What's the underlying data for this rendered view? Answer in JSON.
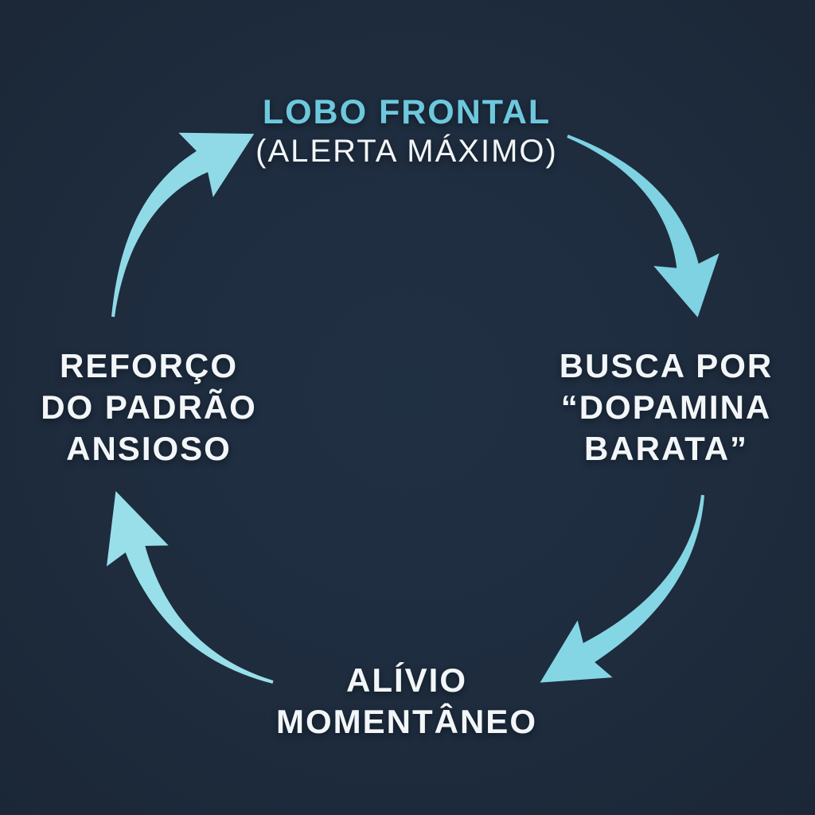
{
  "nodes": {
    "top": {
      "title": "LOBO FRONTAL",
      "subtitle": "(ALERTA MÁXIMO)"
    },
    "right": {
      "lines": [
        "BUSCA POR",
        "“DOPAMINA",
        "BARATA”"
      ]
    },
    "bottom": {
      "lines": [
        "ALÍVIO",
        "MOMENTÂNEO"
      ]
    },
    "left": {
      "lines": [
        "REFORÇO",
        "DO PADRÃO",
        "ANSIOSO"
      ]
    }
  },
  "arrows": [
    {
      "id": "top-right",
      "from": "lobo-frontal",
      "to": "busca-dopamina-barata"
    },
    {
      "id": "bottom-right",
      "from": "busca-dopamina-barata",
      "to": "alivio-momentaneo"
    },
    {
      "id": "bottom-left",
      "from": "alivio-momentaneo",
      "to": "reforco-padrao-ansioso"
    },
    {
      "id": "top-left",
      "from": "reforco-padrao-ansioso",
      "to": "lobo-frontal"
    }
  ],
  "colors": {
    "background": "#1e2c3e",
    "accent_title": "#6ec8dd",
    "text": "#f3f6f8",
    "arrow_top_right": "#7ed2e2",
    "arrow_bottom_right": "#85d6e4",
    "arrow_bottom_left": "#98dfe9",
    "arrow_top_left": "#8fdae6"
  }
}
